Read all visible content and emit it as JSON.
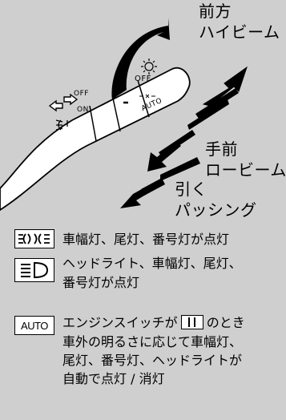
{
  "labels": {
    "forward_line1": "前方",
    "forward_line2": "ハイビーム",
    "back_line1": "手前",
    "back_line2": "ロービーム",
    "pull_line1": "引く",
    "pull_line2": "パッシング"
  },
  "switch": {
    "off_label": "OFF",
    "on_label": "ON",
    "auto_label": "AUTO"
  },
  "legend": {
    "tail": {
      "text": "車幅灯、尾灯、番号灯が点灯"
    },
    "head": {
      "line1": "ヘッドライト、車幅灯、尾灯、",
      "line2": "番号灯が点灯"
    },
    "auto": {
      "icon_text": "AUTO",
      "line1_before": "エンジンスイッチが",
      "line1_after": "のとき",
      "line2": "車外の明るさに応じて車幅灯、",
      "line3": "尾灯、番号灯、ヘッドライトが",
      "line4": "自動で点灯 / 消灯"
    }
  }
}
